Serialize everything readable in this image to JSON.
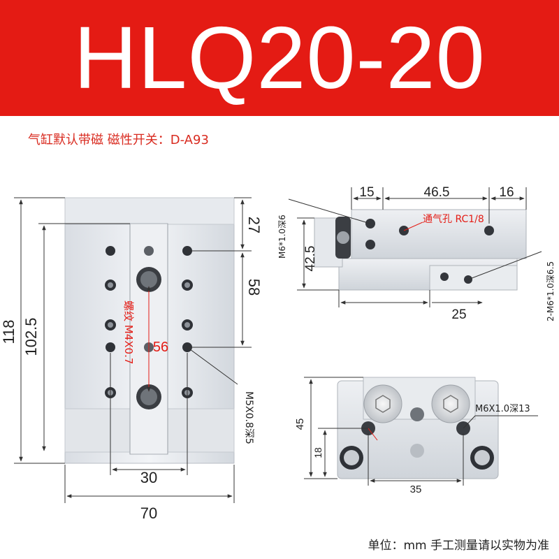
{
  "title": "HLQ20-20",
  "subtitle": "气缸默认带磁  磁性开关：D-A93",
  "footer": "单位：mm 手工测量请以实物为准",
  "colors": {
    "banner": "#e41b14",
    "accent_red": "#e41b14",
    "line": "#333333",
    "body_light": "#e6e9ee",
    "body_mid": "#cfd4da"
  },
  "front_view": {
    "dims": {
      "d27": "27",
      "d58": "58",
      "d1025": "102.5",
      "d118": "118",
      "d30": "30",
      "d70": "70"
    },
    "callouts": {
      "thread": "螺纹 M4X0.7",
      "d56": "56",
      "m5": "M5X0.8深5"
    }
  },
  "side_view": {
    "dims": {
      "d15": "15",
      "d465": "46.5",
      "d16": "16",
      "d425": "42.5",
      "d25": "25"
    },
    "callouts": {
      "port": "通气孔 RC1/8",
      "m6_left": "M6*1.0深6",
      "m6_right": "2-M6*1.0深6.5"
    }
  },
  "end_view": {
    "dims": {
      "d45": "45",
      "d18": "18",
      "d35": "35"
    },
    "callouts": {
      "m6": "M6X1.0深13"
    }
  }
}
